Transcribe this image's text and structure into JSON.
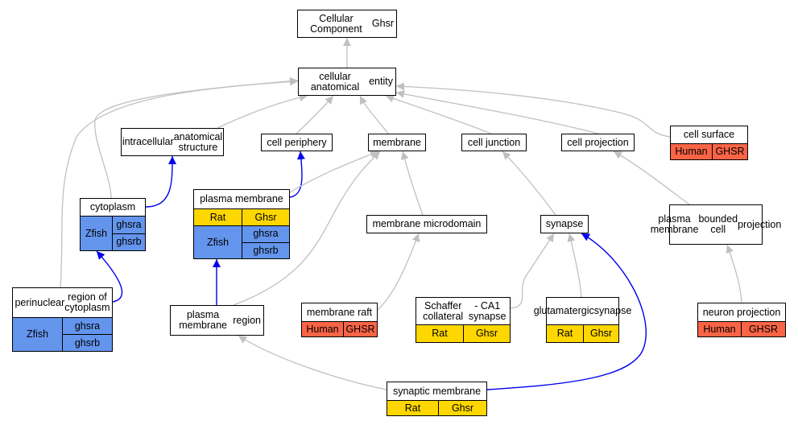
{
  "colors": {
    "human": "#f96446",
    "rat": "#ffd700",
    "zfish": "#6495ed",
    "edge_gray": "#c0c0c0",
    "edge_blue": "#0000ee"
  },
  "nodes": {
    "root": {
      "lines": [
        "Cellular Component",
        "Ghsr"
      ]
    },
    "cae": {
      "lines": [
        "cellular anatomical",
        "entity"
      ]
    },
    "ias": {
      "lines": [
        "intracellular",
        "anatomical structure"
      ]
    },
    "periphery": {
      "lines": [
        "cell periphery"
      ]
    },
    "membrane": {
      "lines": [
        "membrane"
      ]
    },
    "junction": {
      "lines": [
        "cell junction"
      ]
    },
    "projection": {
      "lines": [
        "cell projection"
      ]
    },
    "surface": {
      "lines": [
        "cell surface"
      ],
      "species": [
        {
          "name": "Human",
          "genes": [
            "GHSR"
          ]
        }
      ]
    },
    "cytoplasm": {
      "lines": [
        "cytoplasm"
      ],
      "species": [
        {
          "name": "Zfish",
          "genes": [
            "ghsra",
            "ghsrb"
          ]
        }
      ]
    },
    "pm": {
      "lines": [
        "plasma membrane"
      ],
      "species": [
        {
          "name": "Rat",
          "genes": [
            "Ghsr"
          ]
        },
        {
          "name": "Zfish",
          "genes": [
            "ghsra",
            "ghsrb"
          ]
        }
      ]
    },
    "microdomain": {
      "lines": [
        "membrane microdomain"
      ]
    },
    "synapse": {
      "lines": [
        "synapse"
      ]
    },
    "pmbcp": {
      "lines": [
        "plasma membrane",
        "bounded cell",
        "projection"
      ]
    },
    "perinuclear": {
      "lines": [
        "perinuclear",
        "region of cytoplasm"
      ],
      "species": [
        {
          "name": "Zfish",
          "genes": [
            "ghsra",
            "ghsrb"
          ]
        }
      ]
    },
    "pmregion": {
      "lines": [
        "plasma membrane",
        "region"
      ]
    },
    "raft": {
      "lines": [
        "membrane raft"
      ],
      "species": [
        {
          "name": "Human",
          "genes": [
            "GHSR"
          ]
        }
      ]
    },
    "schaffer": {
      "lines": [
        "Schaffer collateral",
        "- CA1 synapse"
      ],
      "species": [
        {
          "name": "Rat",
          "genes": [
            "Ghsr"
          ]
        }
      ]
    },
    "glutamatergic": {
      "lines": [
        "glutamatergic",
        "synapse"
      ],
      "species": [
        {
          "name": "Rat",
          "genes": [
            "Ghsr"
          ]
        }
      ]
    },
    "neuron": {
      "lines": [
        "neuron projection"
      ],
      "species": [
        {
          "name": "Human",
          "genes": [
            "GHSR"
          ]
        }
      ]
    },
    "synmem": {
      "lines": [
        "synaptic membrane"
      ],
      "species": [
        {
          "name": "Rat",
          "genes": [
            "Ghsr"
          ]
        }
      ]
    }
  },
  "edges": [
    {
      "from": "cae",
      "to": "root",
      "kind": "gray"
    },
    {
      "from": "ias",
      "to": "cae",
      "kind": "gray"
    },
    {
      "from": "periphery",
      "to": "cae",
      "kind": "gray"
    },
    {
      "from": "membrane",
      "to": "cae",
      "kind": "gray"
    },
    {
      "from": "junction",
      "to": "cae",
      "kind": "gray"
    },
    {
      "from": "projection",
      "to": "cae",
      "kind": "gray"
    },
    {
      "from": "surface",
      "to": "cae",
      "kind": "gray"
    },
    {
      "from": "cytoplasm",
      "to": "cae",
      "kind": "gray"
    },
    {
      "from": "perinuclear",
      "to": "cae",
      "kind": "gray"
    },
    {
      "from": "cytoplasm",
      "to": "ias",
      "kind": "blue"
    },
    {
      "from": "pm",
      "to": "periphery",
      "kind": "blue"
    },
    {
      "from": "pm",
      "to": "membrane",
      "kind": "gray"
    },
    {
      "from": "microdomain",
      "to": "membrane",
      "kind": "gray"
    },
    {
      "from": "pmregion",
      "to": "membrane",
      "kind": "gray"
    },
    {
      "from": "synapse",
      "to": "junction",
      "kind": "gray"
    },
    {
      "from": "pmbcp",
      "to": "projection",
      "kind": "gray"
    },
    {
      "from": "perinuclear",
      "to": "cytoplasm",
      "kind": "blue"
    },
    {
      "from": "pmregion",
      "to": "pm",
      "kind": "blue"
    },
    {
      "from": "raft",
      "to": "microdomain",
      "kind": "gray"
    },
    {
      "from": "schaffer",
      "to": "synapse",
      "kind": "gray"
    },
    {
      "from": "glutamatergic",
      "to": "synapse",
      "kind": "gray"
    },
    {
      "from": "neuron",
      "to": "pmbcp",
      "kind": "gray"
    },
    {
      "from": "synmem",
      "to": "pmregion",
      "kind": "gray"
    },
    {
      "from": "synmem",
      "to": "synapse",
      "kind": "blue"
    }
  ]
}
